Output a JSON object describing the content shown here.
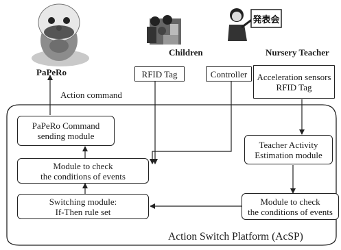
{
  "actors": {
    "robot": {
      "label": "PaPeRo",
      "icon": "robot-icon"
    },
    "children": {
      "label": "Children",
      "icon": "children-icon"
    },
    "teacher": {
      "label": "Nursery Teacher",
      "icon": "teacher-icon",
      "sign_text": "発表会"
    }
  },
  "inputs": {
    "rfid_tag": {
      "label": "RFID Tag"
    },
    "controller": {
      "label": "Controller"
    },
    "teacher_sensors": {
      "lines": [
        "Acceleration sensors",
        "RFID Tag"
      ]
    }
  },
  "edge_labels": {
    "action_command": "Action command"
  },
  "platform": {
    "title": "Action Switch Platform (AcSP)"
  },
  "modules": {
    "command_sending": {
      "lines": [
        "PaPeRo Command",
        "sending module"
      ]
    },
    "check_conditions_left": {
      "lines": [
        "Module to check",
        "the conditions of events"
      ]
    },
    "switching": {
      "lines": [
        "Switching module:",
        "If-Then rule set"
      ]
    },
    "teacher_activity": {
      "lines": [
        "Teacher Activity",
        "Estimation module"
      ]
    },
    "check_conditions_right": {
      "lines": [
        "Module to check",
        "the conditions of events"
      ]
    }
  }
}
